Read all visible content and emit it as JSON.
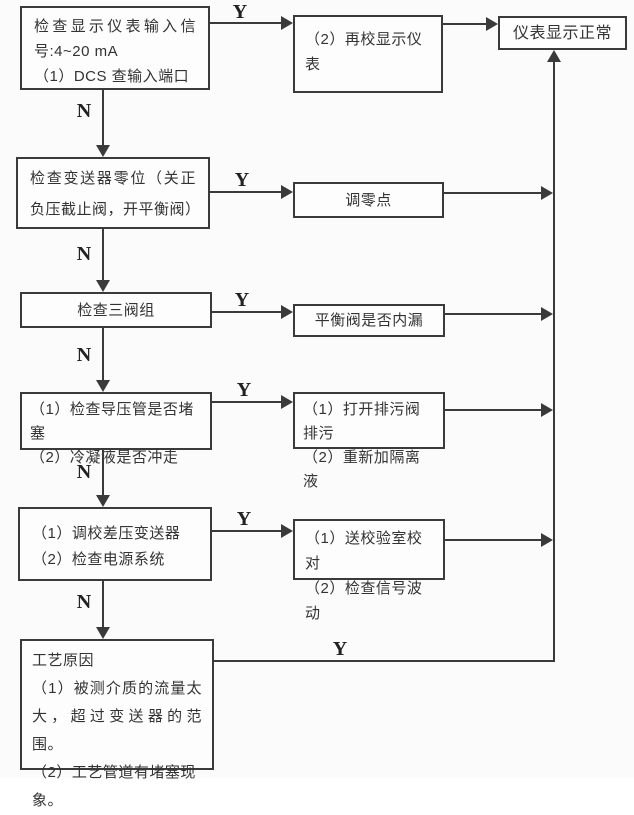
{
  "labels": {
    "yes": "Y",
    "no": "N"
  },
  "colors": {
    "line": "#3a3a3a",
    "background": "#fbfbfb"
  },
  "nodes": {
    "check_input": {
      "text": "检查显示仪表输入信号:4~20 mA",
      "sub": "（1）DCS 查输入端口"
    },
    "recalibrate_display": {
      "text": "（2）再校显示仪表"
    },
    "instrument_normal": {
      "text": "仪表显示正常"
    },
    "check_zero": {
      "text": "检查变送器零位（关正负压截止阀，开平衡阀）"
    },
    "adjust_zero": {
      "text": "调零点"
    },
    "check_three_valve": {
      "text": "检查三阀组"
    },
    "balance_valve_leak": {
      "text": "平衡阀是否内漏"
    },
    "check_impulse": {
      "line1": "（1）检查导压管是否堵塞",
      "line2": "（2）冷凝液是否冲走"
    },
    "flush_drain": {
      "line1": "（1）打开排污阀排污",
      "line2": "（2）重新加隔离液"
    },
    "calibrate_dp": {
      "line1": "（1）调校差压变送器",
      "line2": "（2）检查电源系统"
    },
    "send_lab": {
      "line1": "（1）送校验室校对",
      "line2": "（2）检查信号波动"
    },
    "process_cause": {
      "title": "工艺原因",
      "line1": "（1）被测介质的流量太大，超过变送器的范围。",
      "line2": "（2）工艺管道有堵塞现象。"
    }
  }
}
